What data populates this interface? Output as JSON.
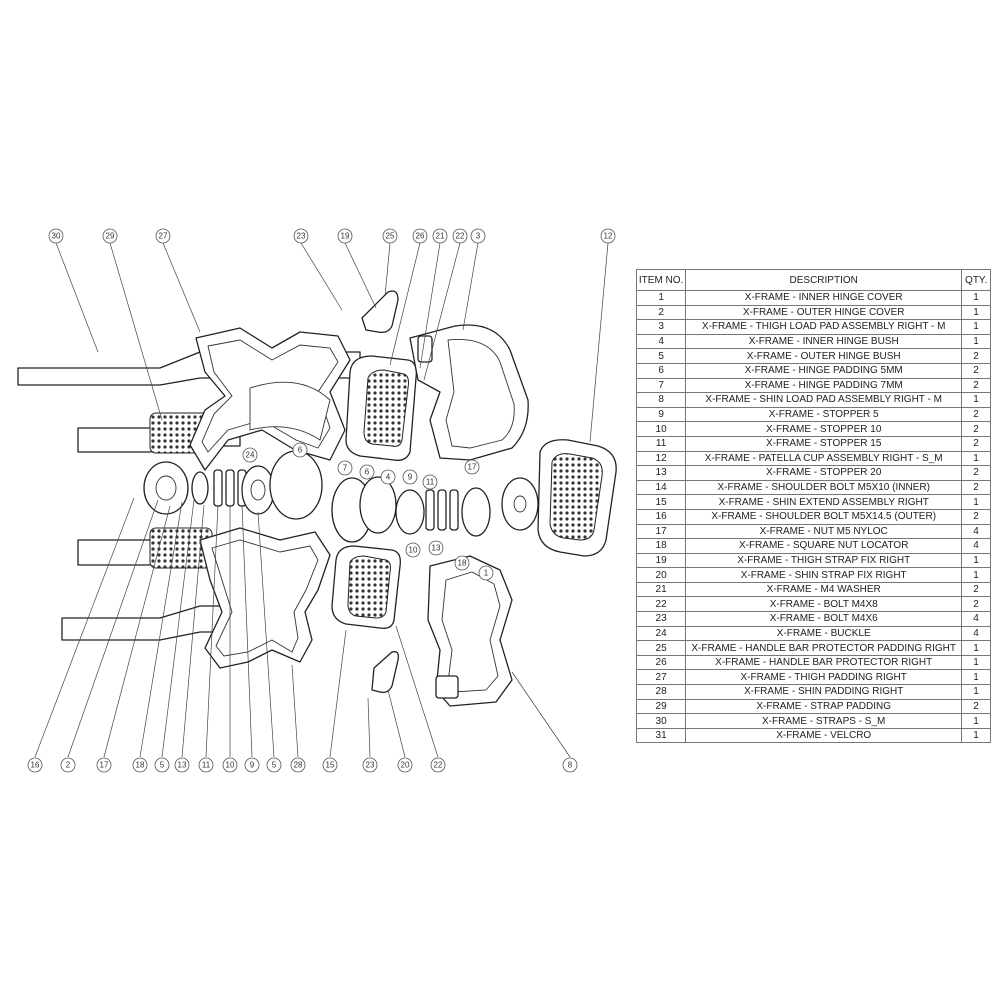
{
  "bom": {
    "headers": {
      "item": "ITEM NO.",
      "description": "DESCRIPTION",
      "qty": "QTY."
    },
    "rows": [
      {
        "item": "1",
        "description": "X-FRAME - INNER HINGE COVER",
        "qty": "1"
      },
      {
        "item": "2",
        "description": "X-FRAME - OUTER HINGE COVER",
        "qty": "1"
      },
      {
        "item": "3",
        "description": "X-FRAME - THIGH LOAD PAD ASSEMBLY RIGHT - M",
        "qty": "1"
      },
      {
        "item": "4",
        "description": "X-FRAME - INNER HINGE BUSH",
        "qty": "1"
      },
      {
        "item": "5",
        "description": "X-FRAME - OUTER HINGE BUSH",
        "qty": "2"
      },
      {
        "item": "6",
        "description": "X-FRAME - HINGE PADDING 5MM",
        "qty": "2"
      },
      {
        "item": "7",
        "description": "X-FRAME - HINGE PADDING 7MM",
        "qty": "2"
      },
      {
        "item": "8",
        "description": "X-FRAME - SHIN LOAD PAD ASSEMBLY RIGHT - M",
        "qty": "1"
      },
      {
        "item": "9",
        "description": "X-FRAME - STOPPER 5",
        "qty": "2"
      },
      {
        "item": "10",
        "description": "X-FRAME - STOPPER 10",
        "qty": "2"
      },
      {
        "item": "11",
        "description": "X-FRAME - STOPPER 15",
        "qty": "2"
      },
      {
        "item": "12",
        "description": "X-FRAME - PATELLA CUP ASSEMBLY RIGHT - S_M",
        "qty": "1"
      },
      {
        "item": "13",
        "description": "X-FRAME - STOPPER 20",
        "qty": "2"
      },
      {
        "item": "14",
        "description": "X-FRAME - SHOULDER BOLT M5X10 (INNER)",
        "qty": "2"
      },
      {
        "item": "15",
        "description": "X-FRAME - SHIN EXTEND ASSEMBLY RIGHT",
        "qty": "1"
      },
      {
        "item": "16",
        "description": "X-FRAME - SHOULDER BOLT M5X14.5 (OUTER)",
        "qty": "2"
      },
      {
        "item": "17",
        "description": "X-FRAME - NUT M5  NYLOC",
        "qty": "4"
      },
      {
        "item": "18",
        "description": "X-FRAME - SQUARE NUT LOCATOR",
        "qty": "4"
      },
      {
        "item": "19",
        "description": "X-FRAME - THIGH STRAP FIX RIGHT",
        "qty": "1"
      },
      {
        "item": "20",
        "description": "X-FRAME - SHIN STRAP FIX RIGHT",
        "qty": "1"
      },
      {
        "item": "21",
        "description": "X-FRAME - M4 WASHER",
        "qty": "2"
      },
      {
        "item": "22",
        "description": "X-FRAME - BOLT M4X8",
        "qty": "2"
      },
      {
        "item": "23",
        "description": "X-FRAME - BOLT M4X6",
        "qty": "4"
      },
      {
        "item": "24",
        "description": "X-FRAME - BUCKLE",
        "qty": "4"
      },
      {
        "item": "25",
        "description": "X-FRAME - HANDLE BAR PROTECTOR PADDING RIGHT",
        "qty": "1"
      },
      {
        "item": "26",
        "description": "X-FRAME - HANDLE BAR PROTECTOR RIGHT",
        "qty": "1"
      },
      {
        "item": "27",
        "description": "X-FRAME - THIGH PADDING RIGHT",
        "qty": "1"
      },
      {
        "item": "28",
        "description": "X-FRAME - SHIN PADDING RIGHT",
        "qty": "1"
      },
      {
        "item": "29",
        "description": "X-FRAME - STRAP PADDING",
        "qty": "2"
      },
      {
        "item": "30",
        "description": "X-FRAME - STRAPS - S_M",
        "qty": "1"
      },
      {
        "item": "31",
        "description": "X-FRAME - VELCRO",
        "qty": "1"
      }
    ]
  },
  "balloons": {
    "top": [
      "30",
      "29",
      "27",
      "23",
      "19",
      "25",
      "26",
      "21",
      "22",
      "3",
      "12"
    ],
    "bottom": [
      "16",
      "2",
      "17",
      "18",
      "5",
      "13",
      "11",
      "10",
      "9",
      "5",
      "28",
      "15",
      "23",
      "20",
      "22",
      "8"
    ],
    "mid": [
      "24",
      "6",
      "7",
      "6",
      "4",
      "9",
      "11",
      "17",
      "10",
      "13",
      "18",
      "1"
    ]
  }
}
